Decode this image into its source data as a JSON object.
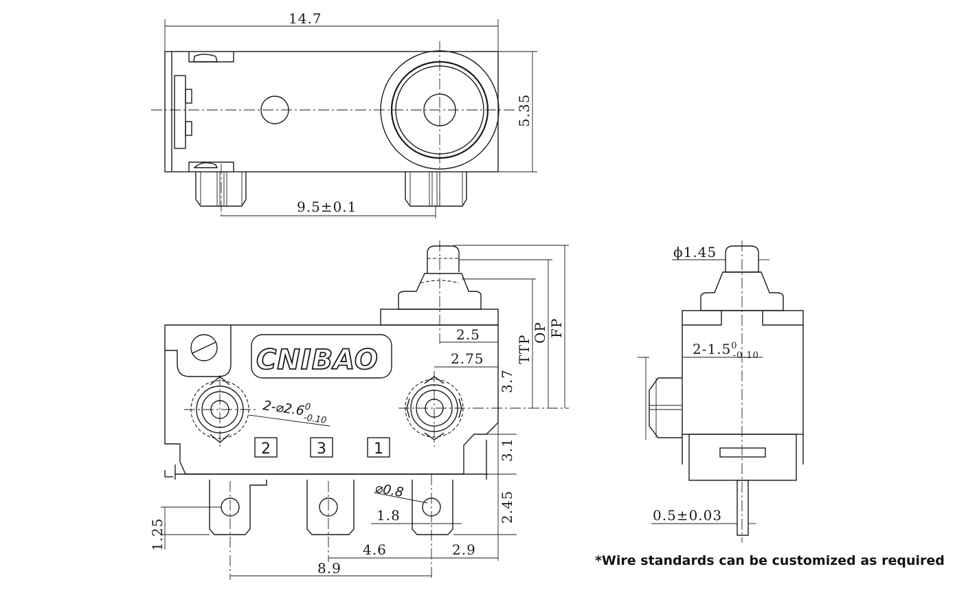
{
  "brand": "CNIBAO",
  "pins": [
    "2",
    "3",
    "1"
  ],
  "dimensions": {
    "length": "14.7",
    "height": "5.35",
    "pin_spacing": "9.5±0.1",
    "dim_2_5": "2.5",
    "dim_2_75": "2.75",
    "dim_3_7": "3.7",
    "dim_3_1": "3.1",
    "dim_2_45": "2.45",
    "dim_1_25": "1.25",
    "dim_1_8": "1.8",
    "dim_4_6": "4.6",
    "dim_2_9": "2.9",
    "dim_8_9": "8.9",
    "ttp": "TTP",
    "op": "OP",
    "fp": "FP",
    "mount_hole": "2-⌀2.6",
    "mount_hole_tol_up": "0",
    "mount_hole_tol_low": "-0.10",
    "terminal_hole": "⌀0.8",
    "plunger_dia": "ϕ1.45",
    "hole_side": "2-1.5",
    "hole_side_tol_up": "0",
    "hole_side_tol_low": "-0.10",
    "terminal_thk": "0.5±0.03"
  },
  "note": "*Wire standards can be customized as required"
}
